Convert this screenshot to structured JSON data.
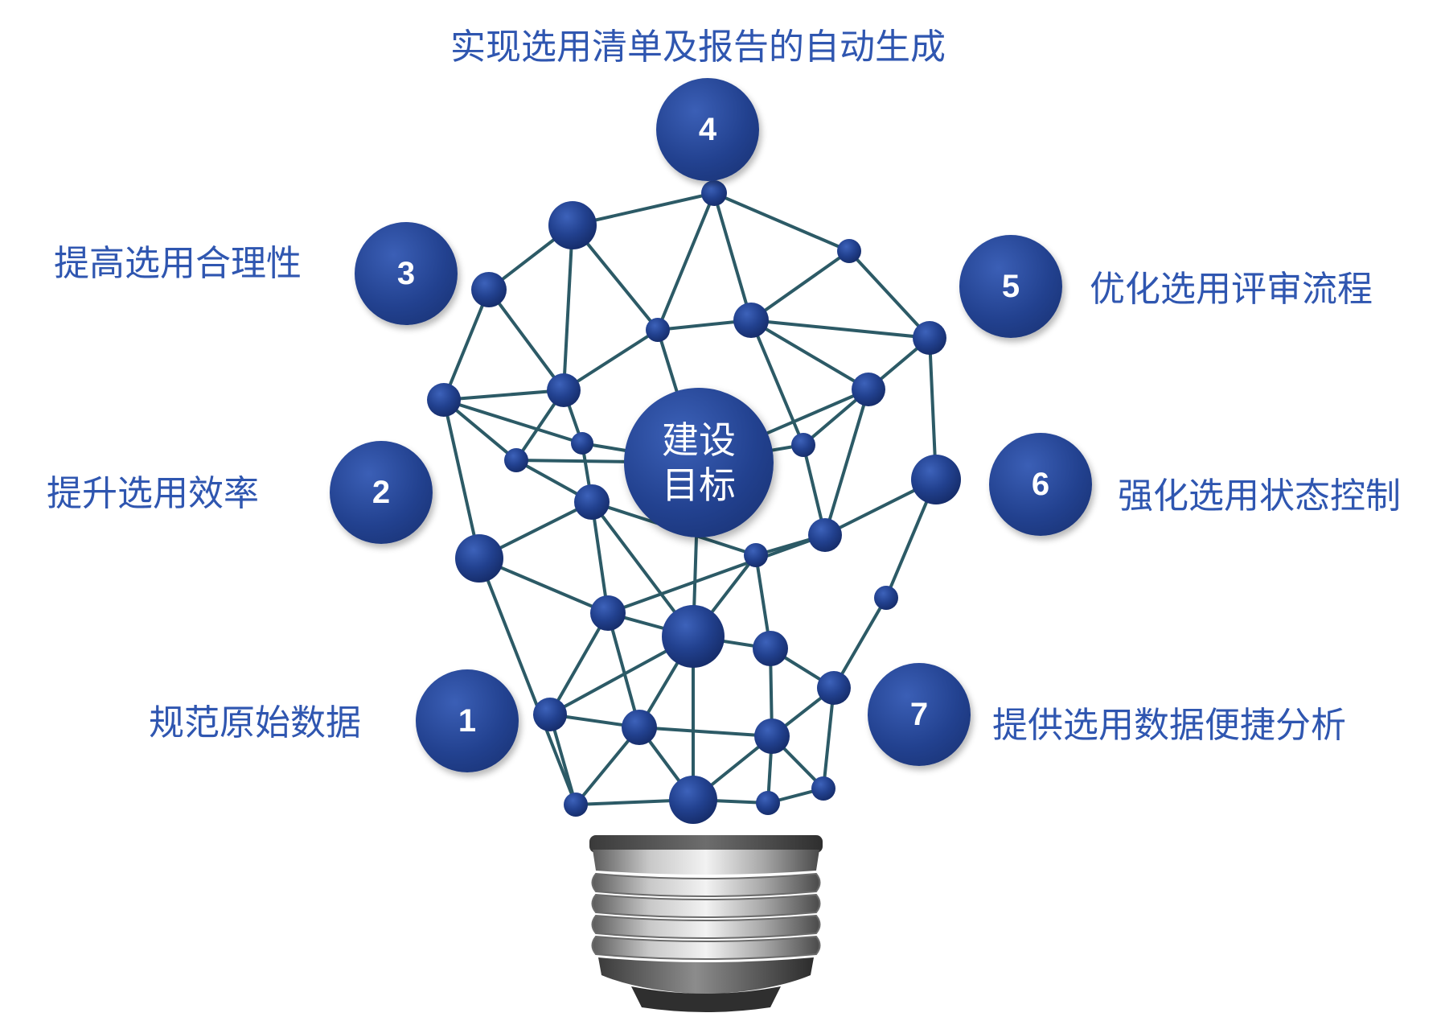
{
  "center": {
    "line1": "建设",
    "line2": "目标"
  },
  "goals": [
    {
      "number": "1",
      "text": "规范原始数据"
    },
    {
      "number": "2",
      "text": "提升选用效率"
    },
    {
      "number": "3",
      "text": "提高选用合理性"
    },
    {
      "number": "4",
      "text": "实现选用清单及报告的自动生成"
    },
    {
      "number": "5",
      "text": "优化选用评审流程"
    },
    {
      "number": "6",
      "text": "强化选用状态控制"
    },
    {
      "number": "7",
      "text": "提供选用数据便捷分析"
    }
  ],
  "colors": {
    "text_blue": "#2f56b0",
    "node_blue": "#22418f",
    "edge_teal": "#2c5a66",
    "base_metal": "#8a8a8a"
  },
  "icons": {
    "bulb": "network-lightbulb",
    "base": "lightbulb-screw-base"
  }
}
